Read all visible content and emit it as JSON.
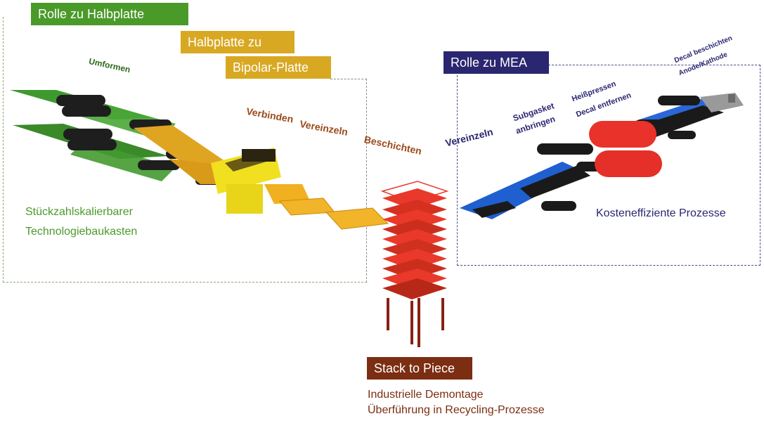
{
  "colors": {
    "green": "#4a9a2a",
    "gold": "#d8a822",
    "navy": "#2a2670",
    "brown": "#7b2e12",
    "red": "#e8312a",
    "blue": "#2e6ad8",
    "orange_text": "#9a4a1a"
  },
  "labels": {
    "rolle_halbplatte": "Rolle zu Halbplatte",
    "halbplatte_zu": "Halbplatte zu",
    "bipolar_platte": "Bipolar-Platte",
    "rolle_mea": "Rolle zu MEA",
    "stack_to_piece": "Stack to Piece"
  },
  "steps": {
    "umformen": "Umformen",
    "verbinden": "Verbinden",
    "vereinzeln_left": "Vereinzeln",
    "beschichten": "Beschichten",
    "vereinzeln_right": "Vereinzeln",
    "subgasket_1": "Subgasket",
    "subgasket_2": "anbringen",
    "heisspressen_1": "Heißpressen",
    "heisspressen_2": "Decal entfernen",
    "decal_1": "Decal beschichten",
    "decal_2": "Anode/Kathode"
  },
  "captions": {
    "left_1": "Stückzahlskalierbarer",
    "left_2": "Technologiebaukasten",
    "right": "Kosteneffiziente Prozesse",
    "bottom_1": "Industrielle Demontage",
    "bottom_2": "Überführung in Recycling-Prozesse"
  }
}
